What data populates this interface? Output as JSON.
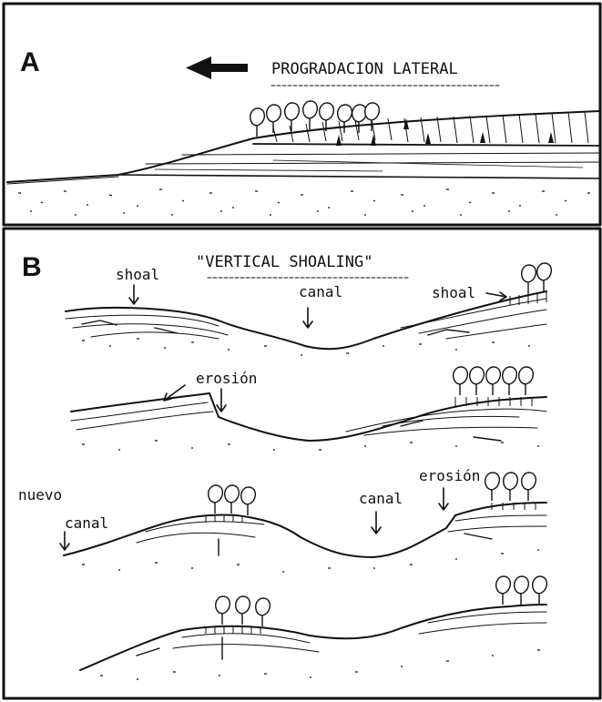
{
  "panel_a": {
    "letter": "A",
    "title": "PROGRADACION LATERAL"
  },
  "panel_b": {
    "letter": "B",
    "title": "\"VERTICAL SHOALING\"",
    "stage1": {
      "shoal_left": "shoal",
      "canal": "canal",
      "shoal_right": "shoal"
    },
    "stage2": {
      "erosion": "erosión"
    },
    "stage3": {
      "nuevo": "nuevo",
      "nuevo_canal": "canal",
      "canal": "canal",
      "erosion": "erosión"
    }
  }
}
